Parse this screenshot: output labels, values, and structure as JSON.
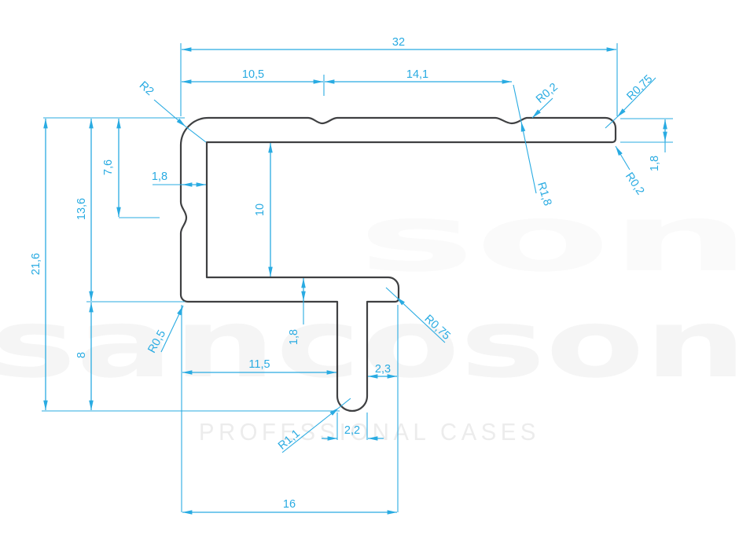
{
  "dimensions": {
    "total_width": "32",
    "left_segment": "10,5",
    "mid_segment": "14,1",
    "total_height": "21,6",
    "upper_height": "13,6",
    "groove_height": "7,6",
    "lower_height": "8",
    "wall_thickness": "1,8",
    "cavity_height": "10",
    "bottom_thickness": "1,8",
    "flange_thickness": "1,8",
    "bottom_left_width": "11,5",
    "bottom_right_width": "2,3",
    "foot_width": "2,2",
    "bottom_width": "16"
  },
  "radii": {
    "top_left": "R2",
    "top_groove_blend": "R0,2",
    "top_groove": "R1,8",
    "top_right": "R0,75",
    "right_lower": "R0,2",
    "bottom_left": "R0,5",
    "shelf_end": "R0,75",
    "foot_tip": "R1,1"
  },
  "watermark": {
    "brand": "sancoson",
    "brand_faint": "son",
    "subtitle": "PROFESSIONAL CASES"
  },
  "colors": {
    "dimension": "#29abe2",
    "outline": "#3f4042",
    "watermark": "#f5f5f5",
    "watermark_faint": "#fafafa",
    "subtitle": "#ececec",
    "background": "#ffffff"
  }
}
